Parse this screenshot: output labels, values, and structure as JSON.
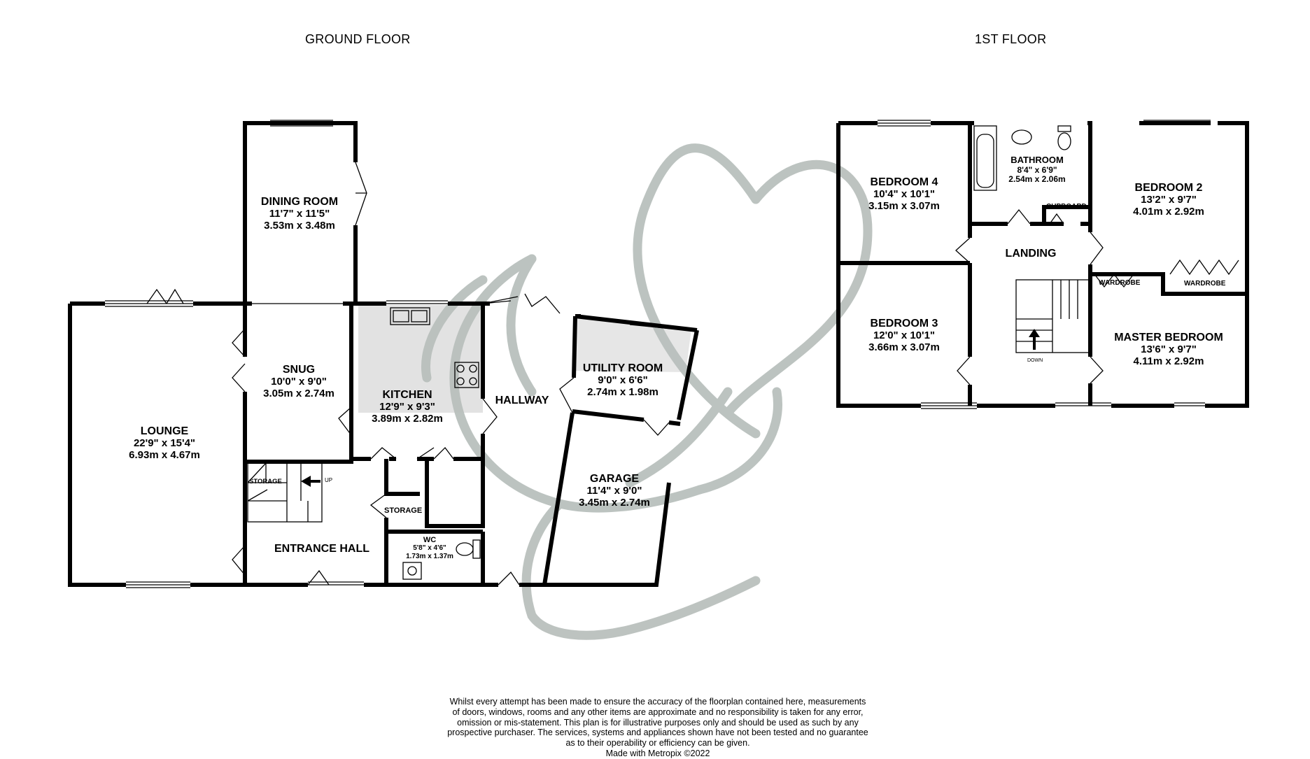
{
  "floors": {
    "ground": {
      "title": "GROUND FLOOR"
    },
    "first": {
      "title": "1ST FLOOR"
    }
  },
  "rooms": {
    "dining_room": {
      "name": "DINING ROOM",
      "dim_imperial": "11'7\"  x 11'5\"",
      "dim_metric": "3.53m  x 3.48m"
    },
    "snug": {
      "name": "SNUG",
      "dim_imperial": "10'0\"  x 9'0\"",
      "dim_metric": "3.05m  x 2.74m"
    },
    "lounge": {
      "name": "LOUNGE",
      "dim_imperial": "22'9\"  x 15'4\"",
      "dim_metric": "6.93m  x 4.67m"
    },
    "kitchen": {
      "name": "KITCHEN",
      "dim_imperial": "12'9\"  x 9'3\"",
      "dim_metric": "3.89m  x 2.82m"
    },
    "hallway": {
      "name": "HALLWAY"
    },
    "utility_room": {
      "name": "UTILITY ROOM",
      "dim_imperial": "9'0\"  x 6'6\"",
      "dim_metric": "2.74m  x 1.98m"
    },
    "garage": {
      "name": "GARAGE",
      "dim_imperial": "11'4\"  x 9'0\"",
      "dim_metric": "3.45m  x 2.74m"
    },
    "entrance_hall": {
      "name": "ENTRANCE HALL"
    },
    "wc": {
      "name": "WC",
      "dim_imperial": "5'8\"  x 4'6\"",
      "dim_metric": "1.73m  x 1.37m"
    },
    "storage_under_stairs": {
      "name": "STORAGE"
    },
    "storage_hall": {
      "name": "STORAGE"
    },
    "bedroom_4": {
      "name": "BEDROOM 4",
      "dim_imperial": "10'4\"  x 10'1\"",
      "dim_metric": "3.15m  x 3.07m"
    },
    "bathroom": {
      "name": "BATHROOM",
      "dim_imperial": "8'4\"  x 6'9\"",
      "dim_metric": "2.54m  x 2.06m"
    },
    "cupboard": {
      "name": "CUPBOARD"
    },
    "bedroom_2": {
      "name": "BEDROOM 2",
      "dim_imperial": "13'2\"  x 9'7\"",
      "dim_metric": "4.01m  x 2.92m"
    },
    "landing": {
      "name": "LANDING"
    },
    "bedroom_3": {
      "name": "BEDROOM 3",
      "dim_imperial": "12'0\"  x 10'1\"",
      "dim_metric": "3.66m  x 3.07m"
    },
    "wardrobe_left": {
      "name": "WARDROBE"
    },
    "wardrobe_right": {
      "name": "WARDROBE"
    },
    "master_bedroom": {
      "name": "MASTER BEDROOM",
      "dim_imperial": "13'6\"  x 9'7\"",
      "dim_metric": "4.11m  x 2.92m"
    }
  },
  "stairs": {
    "up_label": "UP",
    "down_label": "DOWN"
  },
  "disclaimer": {
    "lines": [
      "Whilst every attempt has been made to ensure the accuracy of the floorplan contained here, measurements",
      "of doors, windows, rooms and any other items are approximate and no responsibility is taken for any error,",
      "omission or mis-statement. This plan is for illustrative purposes only and should be used as such by any",
      "prospective purchaser. The services, systems and appliances shown have not been tested and no guarantee",
      "as to their operability or efficiency can be given."
    ],
    "credit": "Made with Metropix ©2022"
  },
  "colors": {
    "walls": "#000000",
    "kitchen_floor": "#e2e2e2",
    "watermark": "#b9c0bd"
  }
}
